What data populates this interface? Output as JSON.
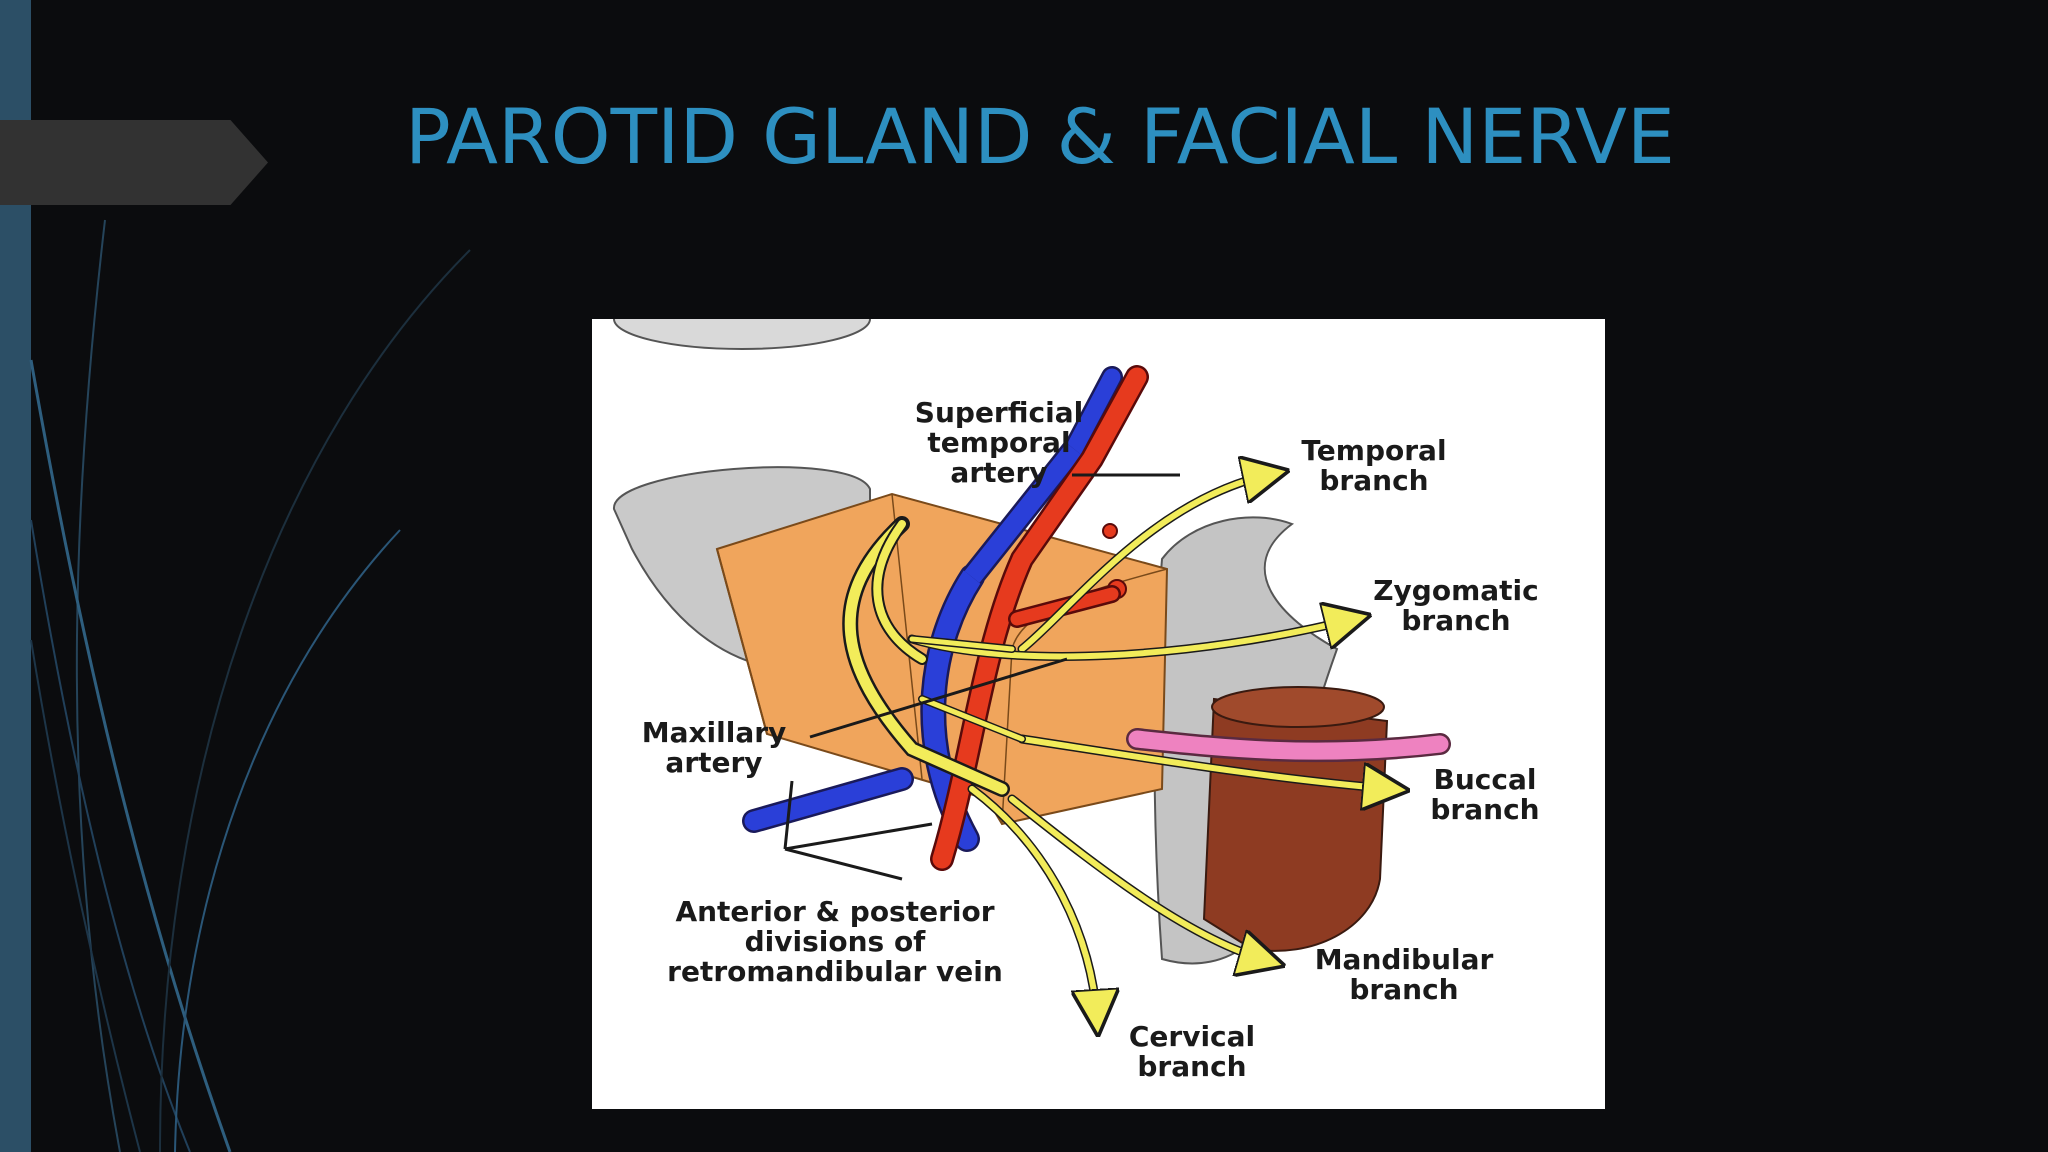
{
  "slide": {
    "title": "PAROTID GLAND & FACIAL NERVE"
  },
  "colors": {
    "background": "#0b0c0e",
    "left_bar": "#2c4f66",
    "title": "#2d8fc0",
    "gland": "#f0a55c",
    "nerve": "#f2ec5a",
    "artery": "#e63a1e",
    "vein": "#2a3fd8",
    "muscle": "#8e3b22",
    "duct": "#ee82c0"
  },
  "diagram": {
    "labels": {
      "superficial_temporal_artery": [
        "Superficial",
        "temporal",
        "artery"
      ],
      "temporal_branch": [
        "Temporal",
        "branch"
      ],
      "zygomatic_branch": [
        "Zygomatic",
        "branch"
      ],
      "maxillary_artery": [
        "Maxillary",
        "artery"
      ],
      "buccal_branch": [
        "Buccal",
        "branch"
      ],
      "retromandibular_vein": [
        "Anterior & posterior",
        "divisions of",
        "retromandibular vein"
      ],
      "mandibular_branch": [
        "Mandibular",
        "branch"
      ],
      "cervical_branch": [
        "Cervical",
        "branch"
      ]
    }
  }
}
